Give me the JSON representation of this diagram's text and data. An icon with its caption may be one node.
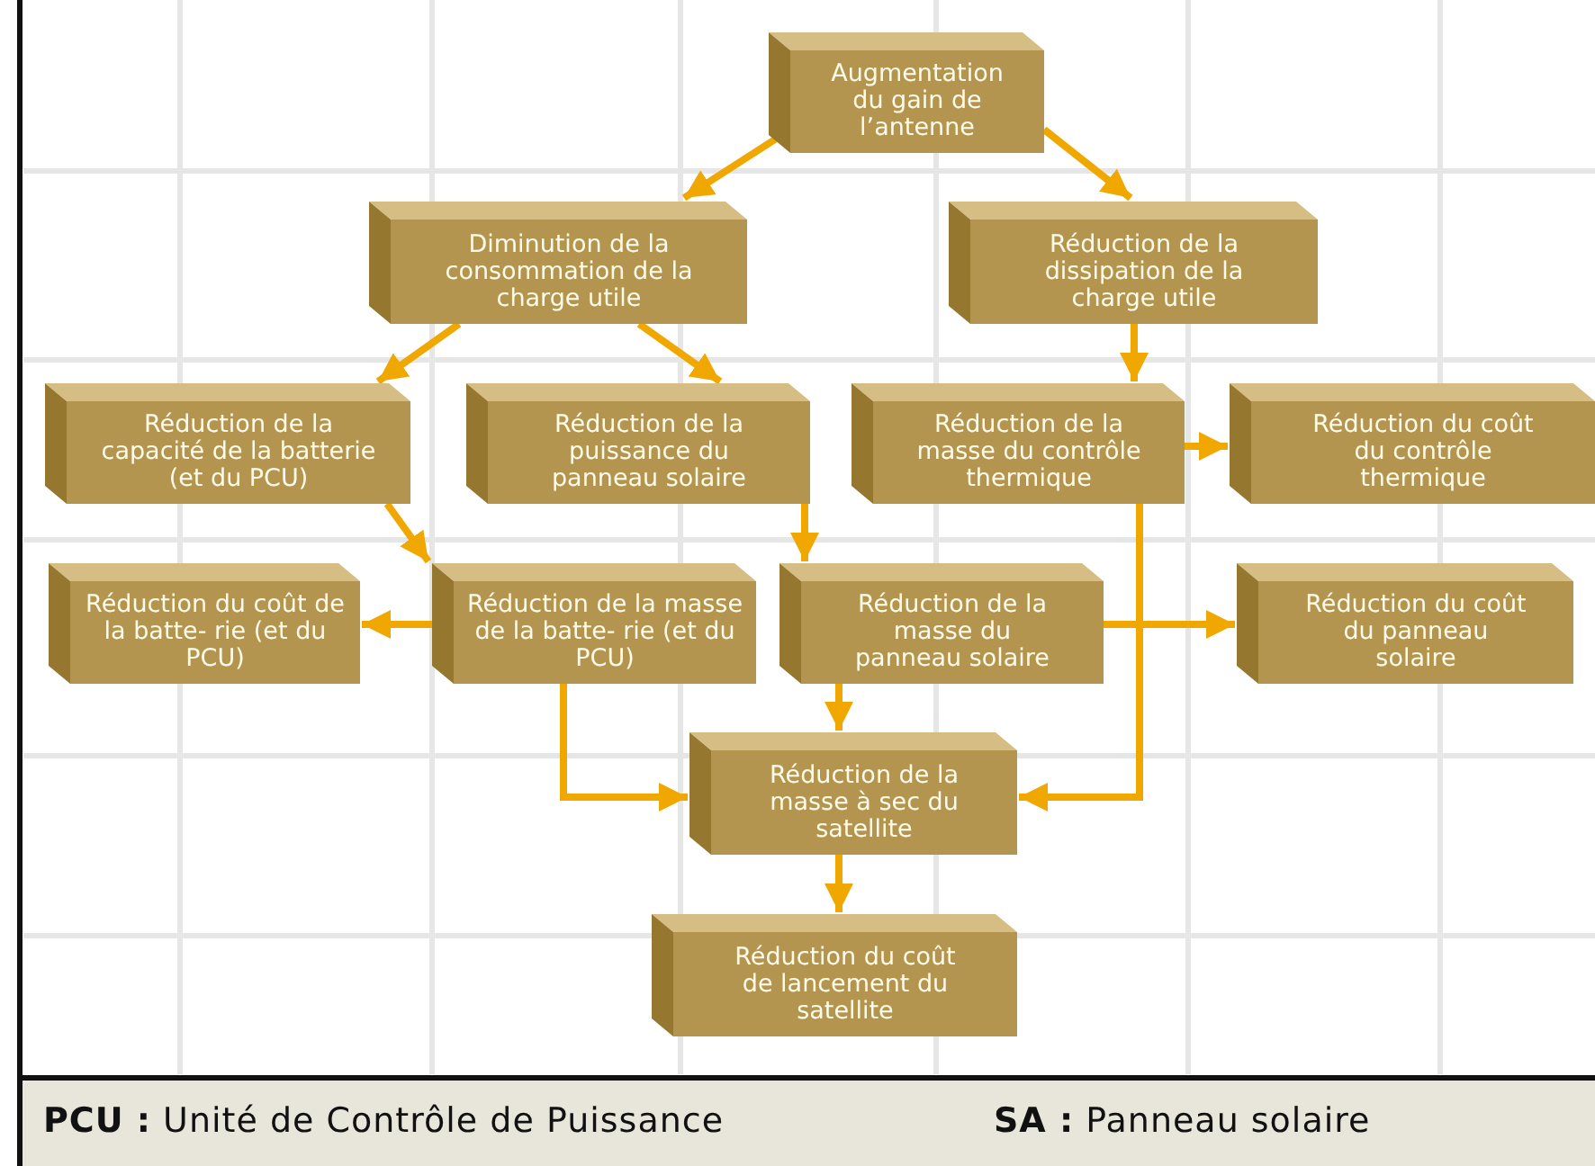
{
  "diagram": {
    "nodes": [
      {
        "text": [
          "Augmentation du gain de l’antenne"
        ]
      },
      {
        "text": [
          "Diminution de la consommation de la charge utile"
        ]
      },
      {
        "text": [
          "Réduction de la dissipation de la charge utile"
        ]
      },
      {
        "text": [
          "Réduction de la capacité de la batterie (et du PCU)"
        ]
      },
      {
        "text": [
          "Réduction de la puissance du panneau solaire"
        ]
      },
      {
        "text": [
          "Réduction de la masse du contrôle thermique"
        ]
      },
      {
        "text": [
          "Réduction du coût du contrôle thermique"
        ]
      },
      {
        "text": [
          "Réduction du coût de la batte- rie (et du PCU)"
        ]
      },
      {
        "text": [
          "Réduction de la masse de la batte- rie (et du PCU)"
        ]
      },
      {
        "text": [
          "Réduction de la masse du panneau solaire"
        ]
      },
      {
        "text": [
          "Réduction du coût du panneau solaire"
        ]
      },
      {
        "text": [
          "Réduction de la masse à sec du satellite"
        ]
      },
      {
        "text": [
          "Réduction du coût de lancement du satellite"
        ]
      }
    ],
    "edges": [
      {
        "from": 0,
        "to": 1,
        "arrow": "to"
      },
      {
        "from": 0,
        "to": 2,
        "arrow": "to"
      },
      {
        "from": 1,
        "to": 3,
        "arrow": "to"
      },
      {
        "from": 1,
        "to": 4,
        "arrow": "to"
      },
      {
        "from": 2,
        "to": 5,
        "arrow": "to"
      },
      {
        "from": 3,
        "to": 8,
        "arrow": "to"
      },
      {
        "from": 4,
        "to": 9,
        "arrow": "to"
      },
      {
        "from": 5,
        "to": 6,
        "arrow": "to"
      },
      {
        "from": 5,
        "to": 11,
        "arrow": "to"
      },
      {
        "from": 8,
        "to": 7,
        "arrow": "to"
      },
      {
        "from": 8,
        "to": 11,
        "arrow": "to"
      },
      {
        "from": 9,
        "to": 10,
        "arrow": "to"
      },
      {
        "from": 9,
        "to": 11,
        "arrow": "to"
      },
      {
        "from": 11,
        "to": 12,
        "arrow": "to"
      }
    ],
    "labels": [
      "**PCU :** Unité de Contrôle de Puissance",
      "**SA :** Panneau solaire"
    ]
  }
}
